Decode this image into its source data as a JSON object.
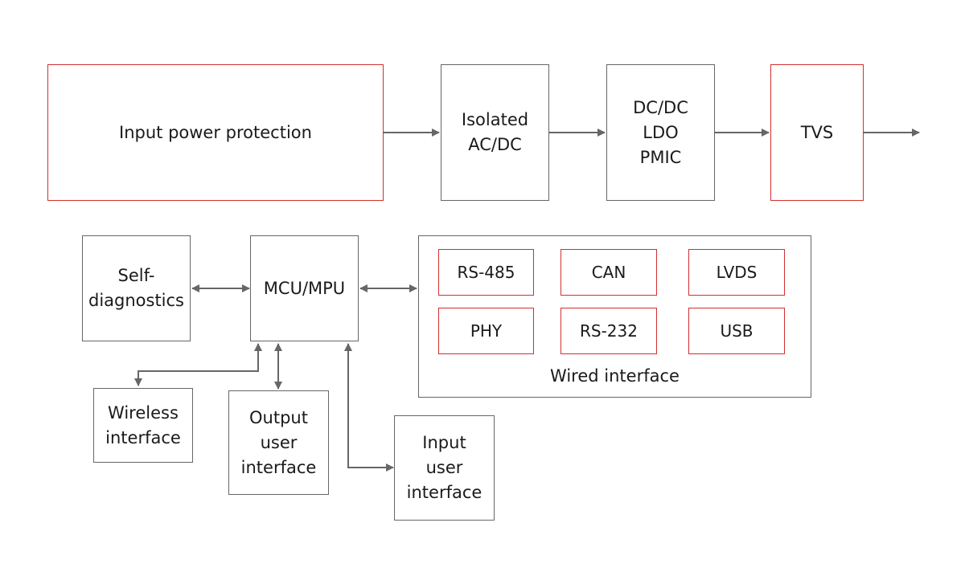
{
  "colors": {
    "accent_border": "#d32f2f",
    "border": "#666666",
    "wire": "#666666"
  },
  "power_chain": {
    "input_power_protection": "Input power protection",
    "isolated_acdc": "Isolated\nAC/DC",
    "regulators": "DC/DC\nLDO\nPMIC",
    "tvs": "TVS"
  },
  "control": {
    "self_diagnostics": "Self-\ndiagnostics",
    "mcu_mpu": "MCU/MPU",
    "wireless_interface": "Wireless\ninterface",
    "output_user_interface": "Output\nuser\ninterface",
    "input_user_interface": "Input\nuser\ninterface"
  },
  "wired_interface": {
    "label": "Wired interface",
    "rs485": "RS-485",
    "can": "CAN",
    "lvds": "LVDS",
    "phy": "PHY",
    "rs232": "RS-232",
    "usb": "USB"
  }
}
